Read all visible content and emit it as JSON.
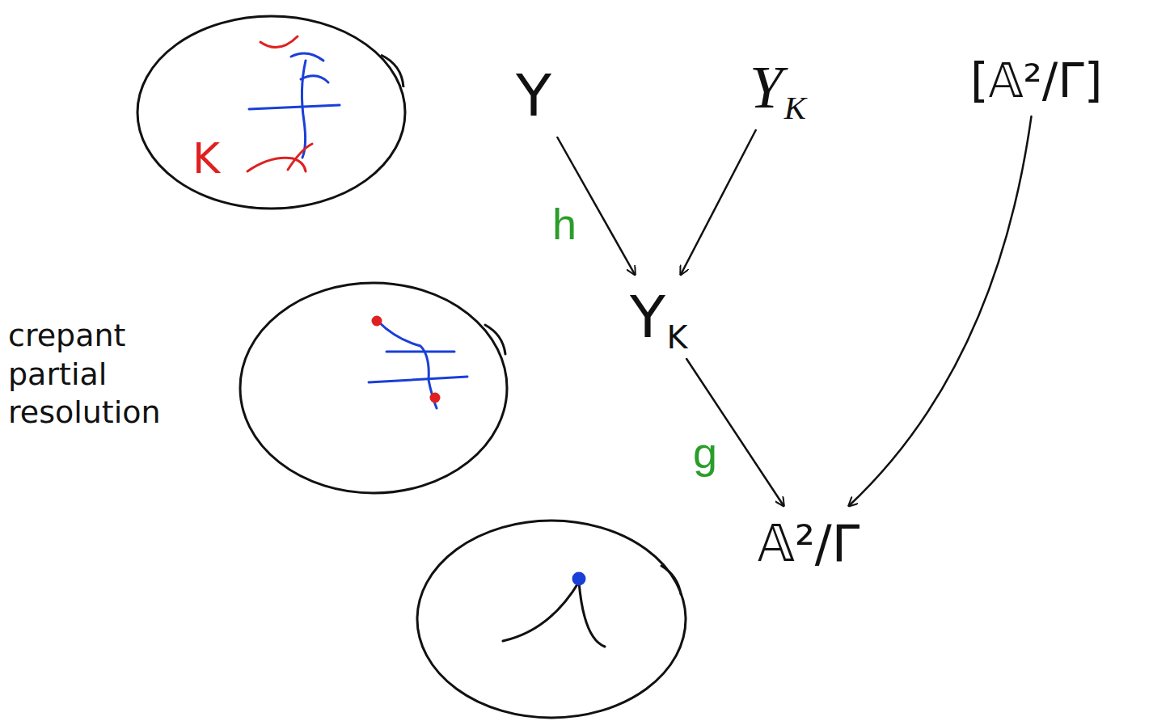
{
  "diagram": {
    "nodes": [
      {
        "text": [
          "K"
        ]
      },
      {
        "text": [
          "Y"
        ]
      },
      {
        "text": [
          "Y",
          "K"
        ]
      },
      {
        "text": [
          "[𝔸²/Γ]"
        ]
      },
      {
        "text": [
          "Y",
          "K"
        ]
      },
      {
        "text": [
          "𝔸²/Γ"
        ]
      }
    ],
    "edges": [
      {
        "from": 1,
        "to": 4,
        "arrow": "to",
        "label": "h"
      },
      {
        "from": 2,
        "to": 4,
        "arrow": "to"
      },
      {
        "from": 4,
        "to": 5,
        "arrow": "to",
        "label": "g"
      },
      {
        "from": 3,
        "to": 5,
        "arrow": "to"
      }
    ],
    "labels": [
      "crepant partial resolution"
    ]
  }
}
